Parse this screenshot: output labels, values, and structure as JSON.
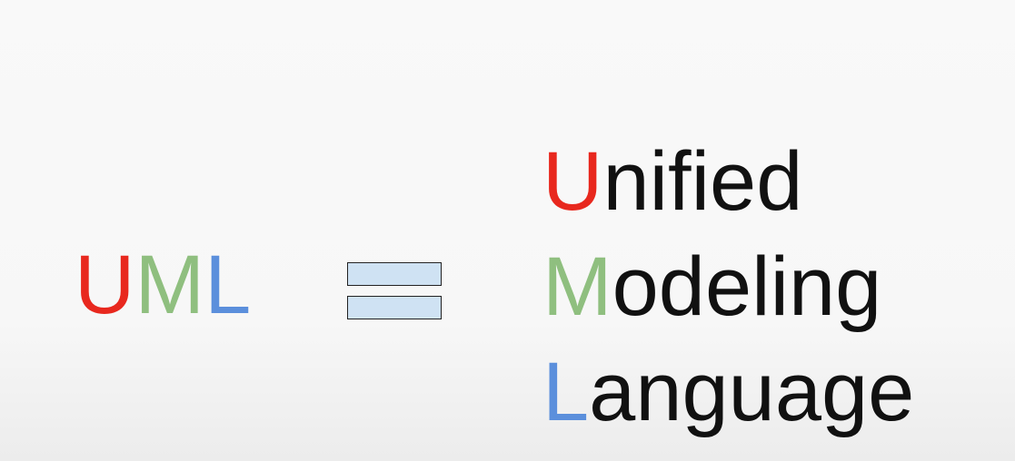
{
  "acronym": {
    "letters": [
      {
        "char": "U",
        "color": "#e8281e"
      },
      {
        "char": "M",
        "color": "#8fbf7f"
      },
      {
        "char": "L",
        "color": "#5b8fdc"
      }
    ]
  },
  "expansion": [
    {
      "initial": "U",
      "rest": "nified",
      "color": "#e8281e"
    },
    {
      "initial": "M",
      "rest": "odeling",
      "color": "#8fbf7f"
    },
    {
      "initial": "L",
      "rest": "anguage",
      "color": "#5b8fdc"
    }
  ],
  "equals_sign": {
    "fill": "#cfe2f3",
    "stroke": "#222222"
  }
}
